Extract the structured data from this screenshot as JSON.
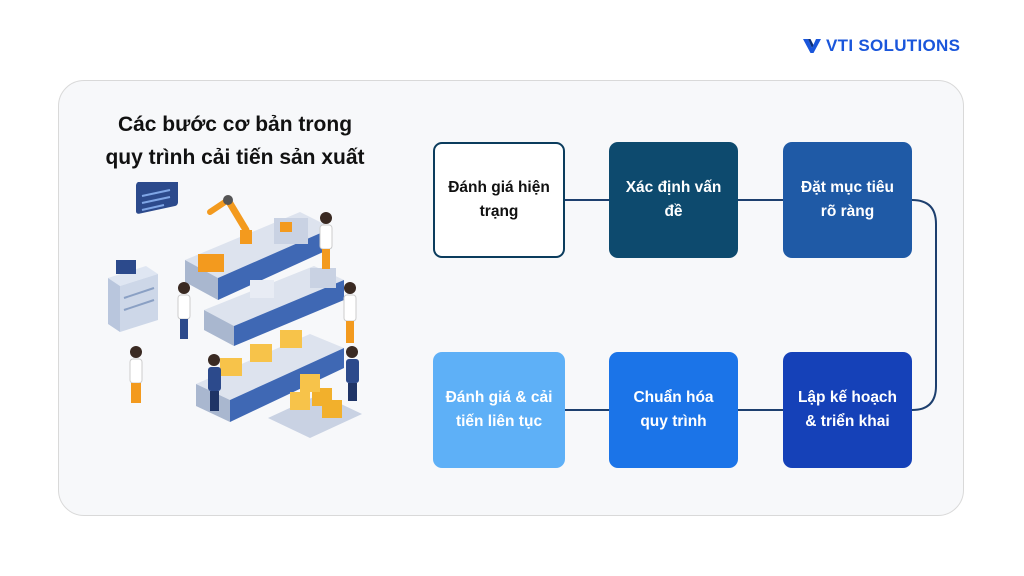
{
  "brand": {
    "name": "VTI SOLUTIONS"
  },
  "title": {
    "line1": "Các bước cơ bản trong",
    "line2": "quy trình cải tiến sản xuất"
  },
  "steps": [
    {
      "label": "Đánh giá hiện trạng"
    },
    {
      "label": "Xác định vấn đề"
    },
    {
      "label": "Đặt mục tiêu rõ ràng"
    },
    {
      "label": "Lập kế hoạch & triển khai"
    },
    {
      "label": "Chuẩn hóa quy trình"
    },
    {
      "label": "Đánh giá & cải tiến liên tục"
    }
  ],
  "colors": {
    "step1_border": "#0b3c5d",
    "step2": "#0d4a6e",
    "step3": "#1f5aa6",
    "step4": "#1541b8",
    "step5": "#1b74e8",
    "step6": "#5eb0f7",
    "connector": "#1d3f6e",
    "brand": "#1a56db"
  }
}
